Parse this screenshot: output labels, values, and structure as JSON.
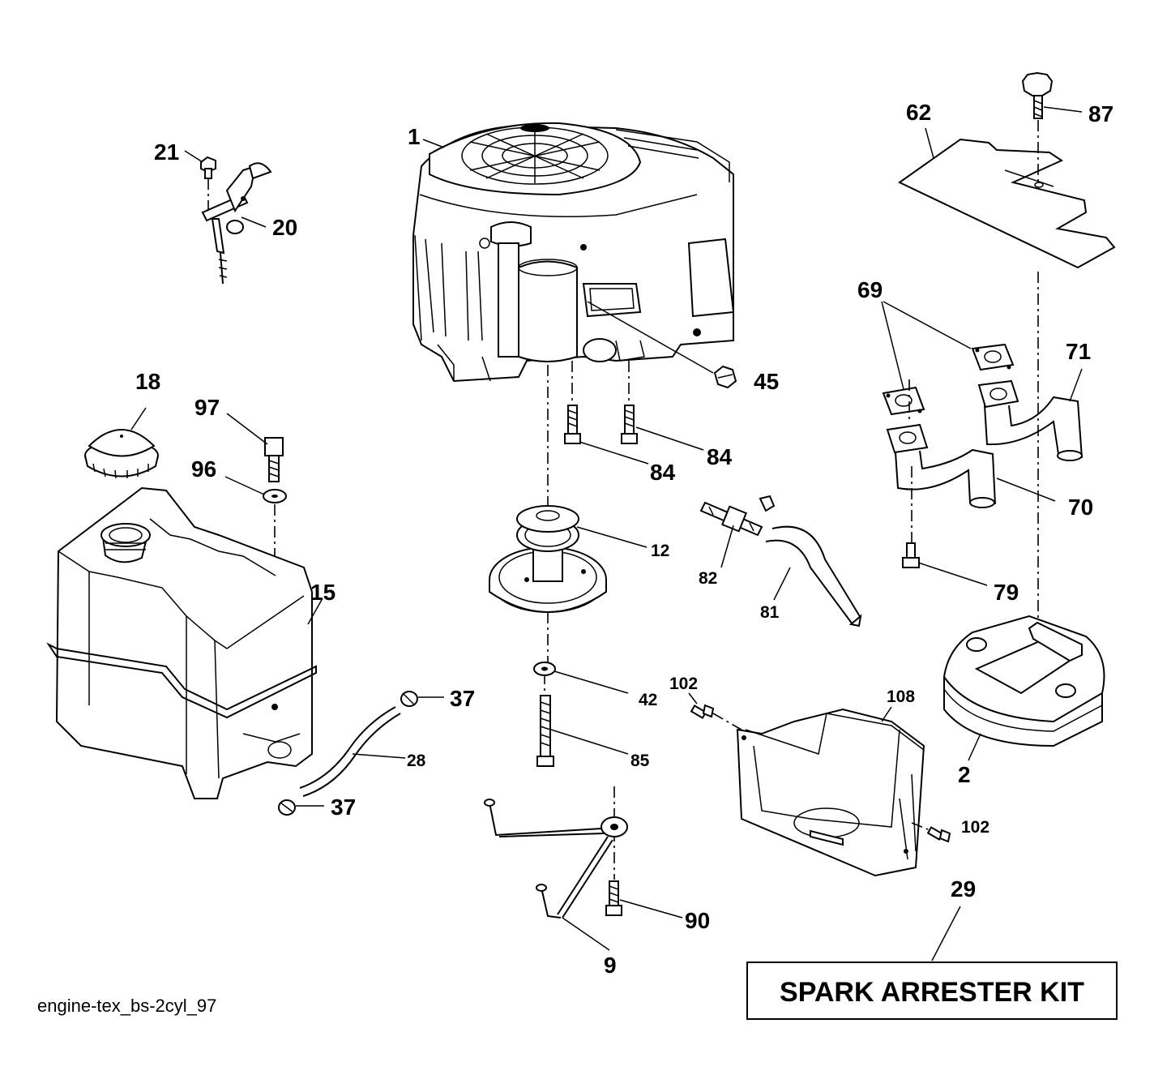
{
  "diagram": {
    "caption": "engine-tex_bs-2cyl_97",
    "kit_label": "SPARK ARRESTER KIT",
    "callouts": {
      "c1": "1",
      "c2": "2",
      "c9": "9",
      "c12": "12",
      "c15": "15",
      "c18": "18",
      "c20": "20",
      "c21": "21",
      "c28": "28",
      "c29": "29",
      "c37a": "37",
      "c37b": "37",
      "c42": "42",
      "c45": "45",
      "c62": "62",
      "c69": "69",
      "c70": "70",
      "c71": "71",
      "c79": "79",
      "c81": "81",
      "c82": "82",
      "c84a": "84",
      "c84b": "84",
      "c85": "85",
      "c87": "87",
      "c90": "90",
      "c96": "96",
      "c97": "97",
      "c102a": "102",
      "c102b": "102",
      "c108": "108"
    }
  }
}
